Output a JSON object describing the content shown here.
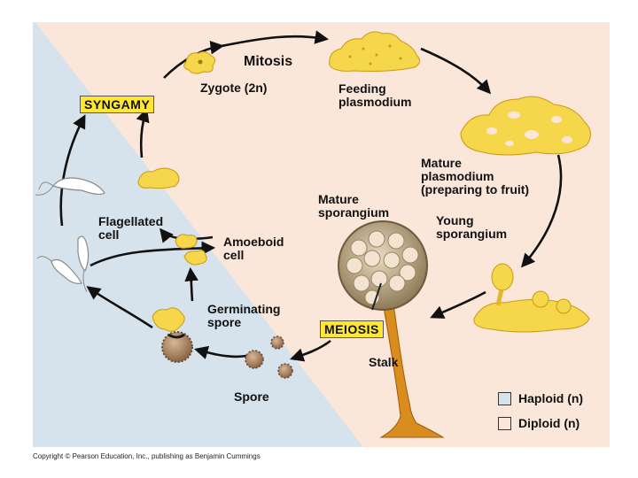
{
  "labels": {
    "mitosis": "Mitosis",
    "zygote": "Zygote (2n)",
    "feeding_plasmodium": "Feeding\nplasmodium",
    "syngamy": "SYNGAMY",
    "mature_plasmodium": "Mature\nplasmodium\n(preparing to fruit)",
    "mature_sporangium": "Mature\nsporangium",
    "young_sporangium": "Young\nsporangium",
    "flagellated_cell": "Flagellated\ncell",
    "amoeboid_cell": "Amoeboid\ncell",
    "germinating_spore": "Germinating\nspore",
    "meiosis": "MEIOSIS",
    "stalk": "Stalk",
    "spore": "Spore"
  },
  "legend": {
    "haploid": "Haploid (n)",
    "diploid": "Diploid (n)",
    "haploid_color": "#d6e3ec",
    "diploid_color": "#fbe7d9"
  },
  "colors": {
    "haploid_bg": "#d6e3ec",
    "diploid_bg": "#fbe7d9",
    "plasmodium": "#f6d64a",
    "plasmodium_edge": "#d9a819",
    "spore": "#b08a68",
    "label_box": "#ffe633"
  },
  "copyright": "Copyright © Pearson Education, Inc., publishing as Benjamin Cummings"
}
